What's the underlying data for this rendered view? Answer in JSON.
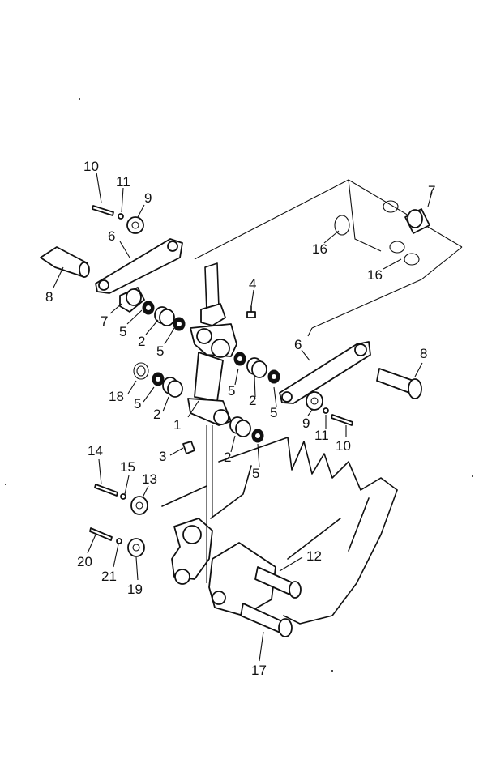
{
  "labels": {
    "l10a": "10",
    "l11a": "11",
    "l9a": "9",
    "l6a": "6",
    "l8a": "8",
    "l7a": "7",
    "l5a": "5",
    "l2a": "2",
    "l5b": "5",
    "l4": "4",
    "l7b": "7",
    "l16a": "16",
    "l16b": "16",
    "l6b": "6",
    "l8b": "8",
    "l18": "18",
    "l5c": "5",
    "l2b": "2",
    "l1": "1",
    "l5d": "5",
    "l2c": "2",
    "l5e": "5",
    "l9b": "9",
    "l11b": "11",
    "l10b": "10",
    "l3": "3",
    "l2d": "2",
    "l5f": "5",
    "l14": "14",
    "l15": "15",
    "l13": "13",
    "l20": "20",
    "l21": "21",
    "l19": "19",
    "l12": "12",
    "l17": "17"
  }
}
